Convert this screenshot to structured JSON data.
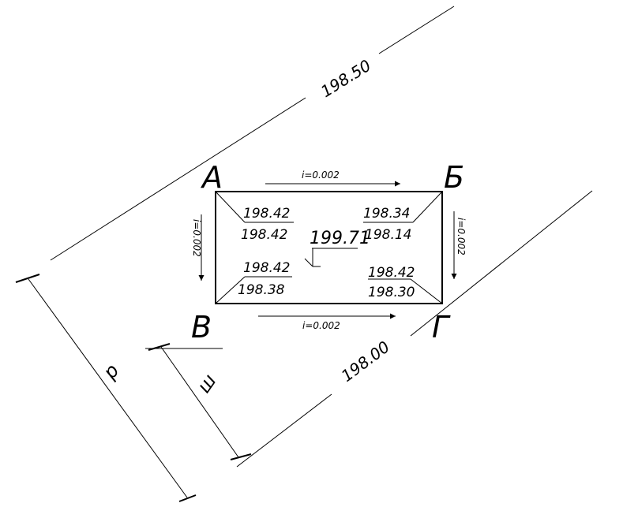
{
  "corners": {
    "a": "А",
    "b": "Б",
    "v": "В",
    "g": "Г"
  },
  "contours": {
    "upper": "198.50",
    "lower": "198.00"
  },
  "elevations": {
    "a_top": "198.42",
    "a_bottom": "198.42",
    "b_top": "198.34",
    "b_bottom": "198.14",
    "v_top": "198.42",
    "v_bottom": "198.38",
    "g_top": "198.42",
    "g_bottom": "198.30",
    "center": "199.71"
  },
  "slopes": {
    "top": "i=0.002",
    "bottom": "i=0.002",
    "left": "i=0.002",
    "right": "i=0.002"
  },
  "dimensions": {
    "outer": "р",
    "inner": "ш"
  }
}
